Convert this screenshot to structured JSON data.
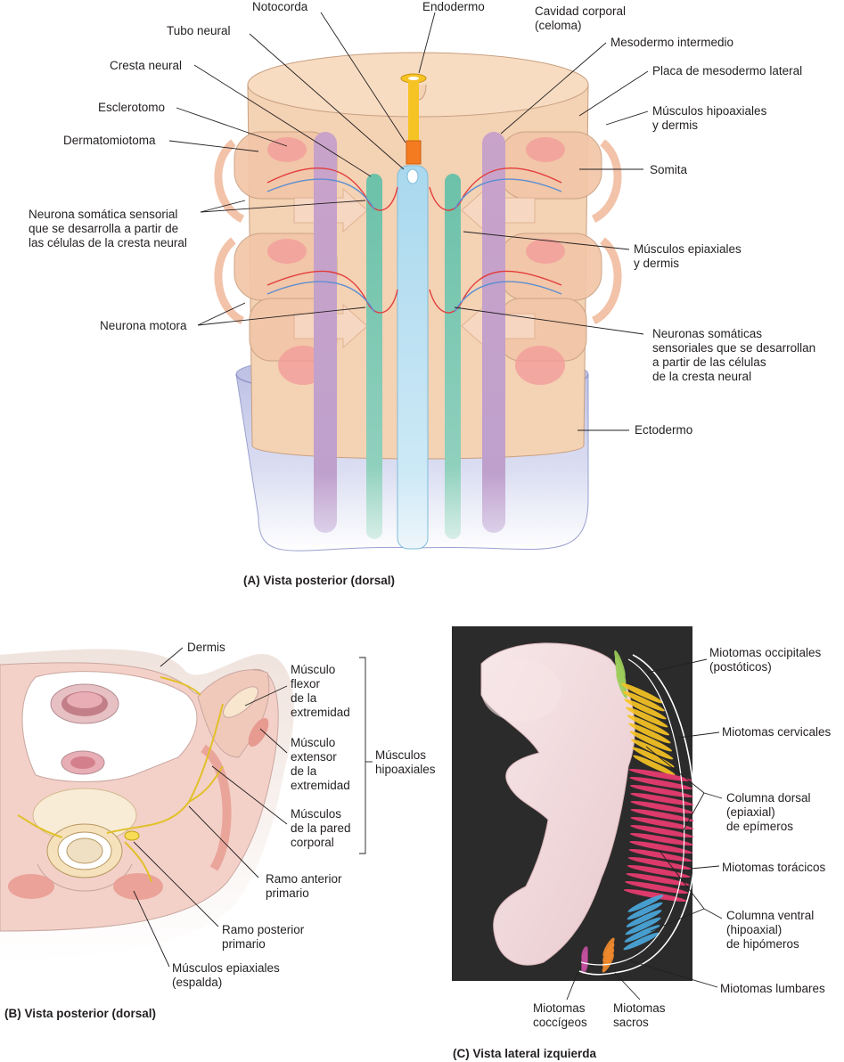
{
  "panel_a": {
    "caption": "(A) Vista posterior (dorsal)",
    "labels": {
      "notocorda": "Notocorda",
      "endodermo": "Endodermo",
      "cavidad": "Cavidad corporal\n(celoma)",
      "tubo_neural": "Tubo neural",
      "mesodermo_intermedio": "Mesodermo intermedio",
      "cresta_neural": "Cresta neural",
      "placa_mesodermo": "Placa de mesodermo lateral",
      "esclerotomo": "Esclerotomo",
      "hipoaxiales_dermis": "Músculos hipoaxiales\ny dermis",
      "dermatomiotoma": "Dermatomiotoma",
      "somita": "Somita",
      "neurona_sensorial": "Neurona somática sensorial\nque se desarrolla a partir de\nlas células de la cresta neural",
      "epiaxiales_dermis": "Músculos epiaxiales\ny dermis",
      "neurona_motora": "Neurona motora",
      "neuronas_sensoriales": "Neuronas somáticas\nsensoriales que se desarrollan\na partir de las células\nde la cresta neural",
      "ectodermo": "Ectodermo"
    }
  },
  "panel_b": {
    "caption": "(B) Vista posterior (dorsal)",
    "labels": {
      "dermis": "Dermis",
      "flexor": "Músculo\nflexor\nde la\nextremidad",
      "extensor": "Músculo\nextensor\nde la\nextremidad",
      "pared": "Músculos\nde la pared\ncorporal",
      "hipoaxiales": "Músculos\nhipoaxiales",
      "ramo_anterior": "Ramo anterior\nprimario",
      "ramo_posterior": "Ramo posterior\nprimario",
      "epiaxiales": "Músculos epiaxiales\n(espalda)"
    }
  },
  "panel_c": {
    "caption": "(C)  Vista lateral izquierda",
    "labels": {
      "occipitales": "Miotomas occipitales\n(postóticos)",
      "cervicales": "Miotomas cervicales",
      "columna_dorsal": "Columna dorsal\n(epiaxial)\nde epímeros",
      "toracicos": "Miotomas torácicos",
      "columna_ventral": "Columna ventral\n(hipoaxial)\nde hipómeros",
      "lumbares": "Miotomas lumbares",
      "coccigeos": "Miotomas\ncoccígeos",
      "sacros": "Miotomas\nsacros"
    }
  },
  "colors": {
    "mesoderm": "#f4d2b4",
    "somite_pink": "#f29a9a",
    "notochord": "#f47b20",
    "neural_tube": "#a9d8ee",
    "neural_crest": "#6cc1a8",
    "intermediate_mesoderm": "#c9a3c9",
    "ectoderm": "#c6c8e6",
    "occipital": "#9ccd5a",
    "cervical": "#f6c324",
    "thoracic": "#ea3c71",
    "lumbar": "#4aa8dc",
    "sacral": "#f08a2c",
    "coccygeal": "#c24fa0"
  }
}
